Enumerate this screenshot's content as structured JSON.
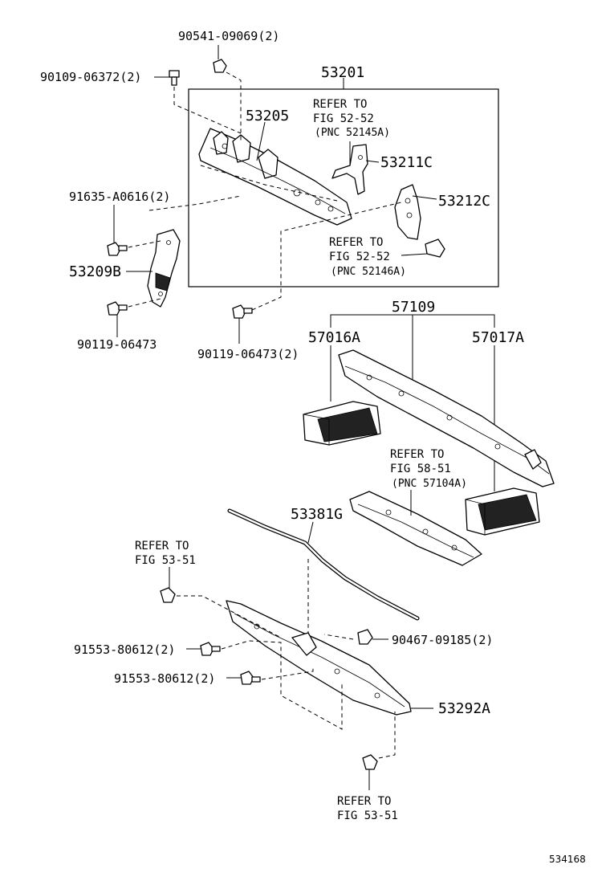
{
  "labels": {
    "n90541": "90541-09069(2)",
    "n90109": "90109-06372(2)",
    "n53201": "53201",
    "n53205": "53205",
    "ref1_a": "REFER TO",
    "ref1_b": "FIG 52-52",
    "ref1_c": "(PNC 52145A)",
    "n53211c": "53211C",
    "n53212c": "53212C",
    "n91635": "91635-A0616(2)",
    "n53209b": "53209B",
    "ref2_a": "REFER TO",
    "ref2_b": "FIG 52-52",
    "ref2_c": "(PNC 52146A)",
    "n90119a": "90119-06473",
    "n90119b": "90119-06473(2)",
    "n57109": "57109",
    "n57016a": "57016A",
    "n57017a": "57017A",
    "ref3_a": "REFER TO",
    "ref3_b": "FIG 58-51",
    "ref3_c": "(PNC 57104A)",
    "n53381g": "53381G",
    "ref4_a": "REFER TO",
    "ref4_b": "FIG 53-51",
    "n91553a": "91553-80612(2)",
    "n91553b": "91553-80612(2)",
    "n90467": "90467-09185(2)",
    "n53292a": "53292A",
    "ref5_a": "REFER TO",
    "ref5_b": "FIG 53-51",
    "diagram_code": "534168"
  }
}
